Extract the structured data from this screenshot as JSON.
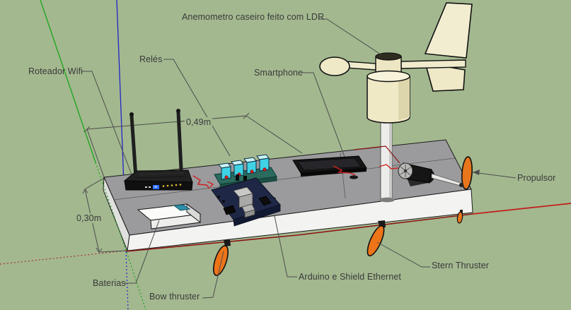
{
  "app": {
    "viewport": "sketchup-3d-viewport",
    "background_color": "#a3b88f"
  },
  "labels": {
    "anemometer": "Anemometro caseiro feito com LDR",
    "router": "Roteador Wifi",
    "relays": "Relés",
    "smartphone": "Smartphone",
    "propeller": "Propulsor",
    "batteries": "Baterias",
    "bow_thruster": "Bow thruster",
    "arduino": "Arduino e Shield Ethernet",
    "stern_thruster": "Stern Thruster"
  },
  "dimensions": {
    "length": "0,49m",
    "width": "0,30m"
  },
  "colors": {
    "axis_green": "#19a319",
    "axis_blue": "#2424c8",
    "axis_red_bright": "#c41e1e",
    "axis_red_dark": "#8c1414",
    "board_top": "#9b9b9d",
    "board_side": "#f3f3f1",
    "relay_cyan": "#3fd2e4",
    "propeller_orange": "#e8761c",
    "vane_cream": "#f1ecd0",
    "arduino_navy": "#1f2746",
    "wire_red": "#cc2222",
    "annotation_text": "#3a3a3a"
  }
}
